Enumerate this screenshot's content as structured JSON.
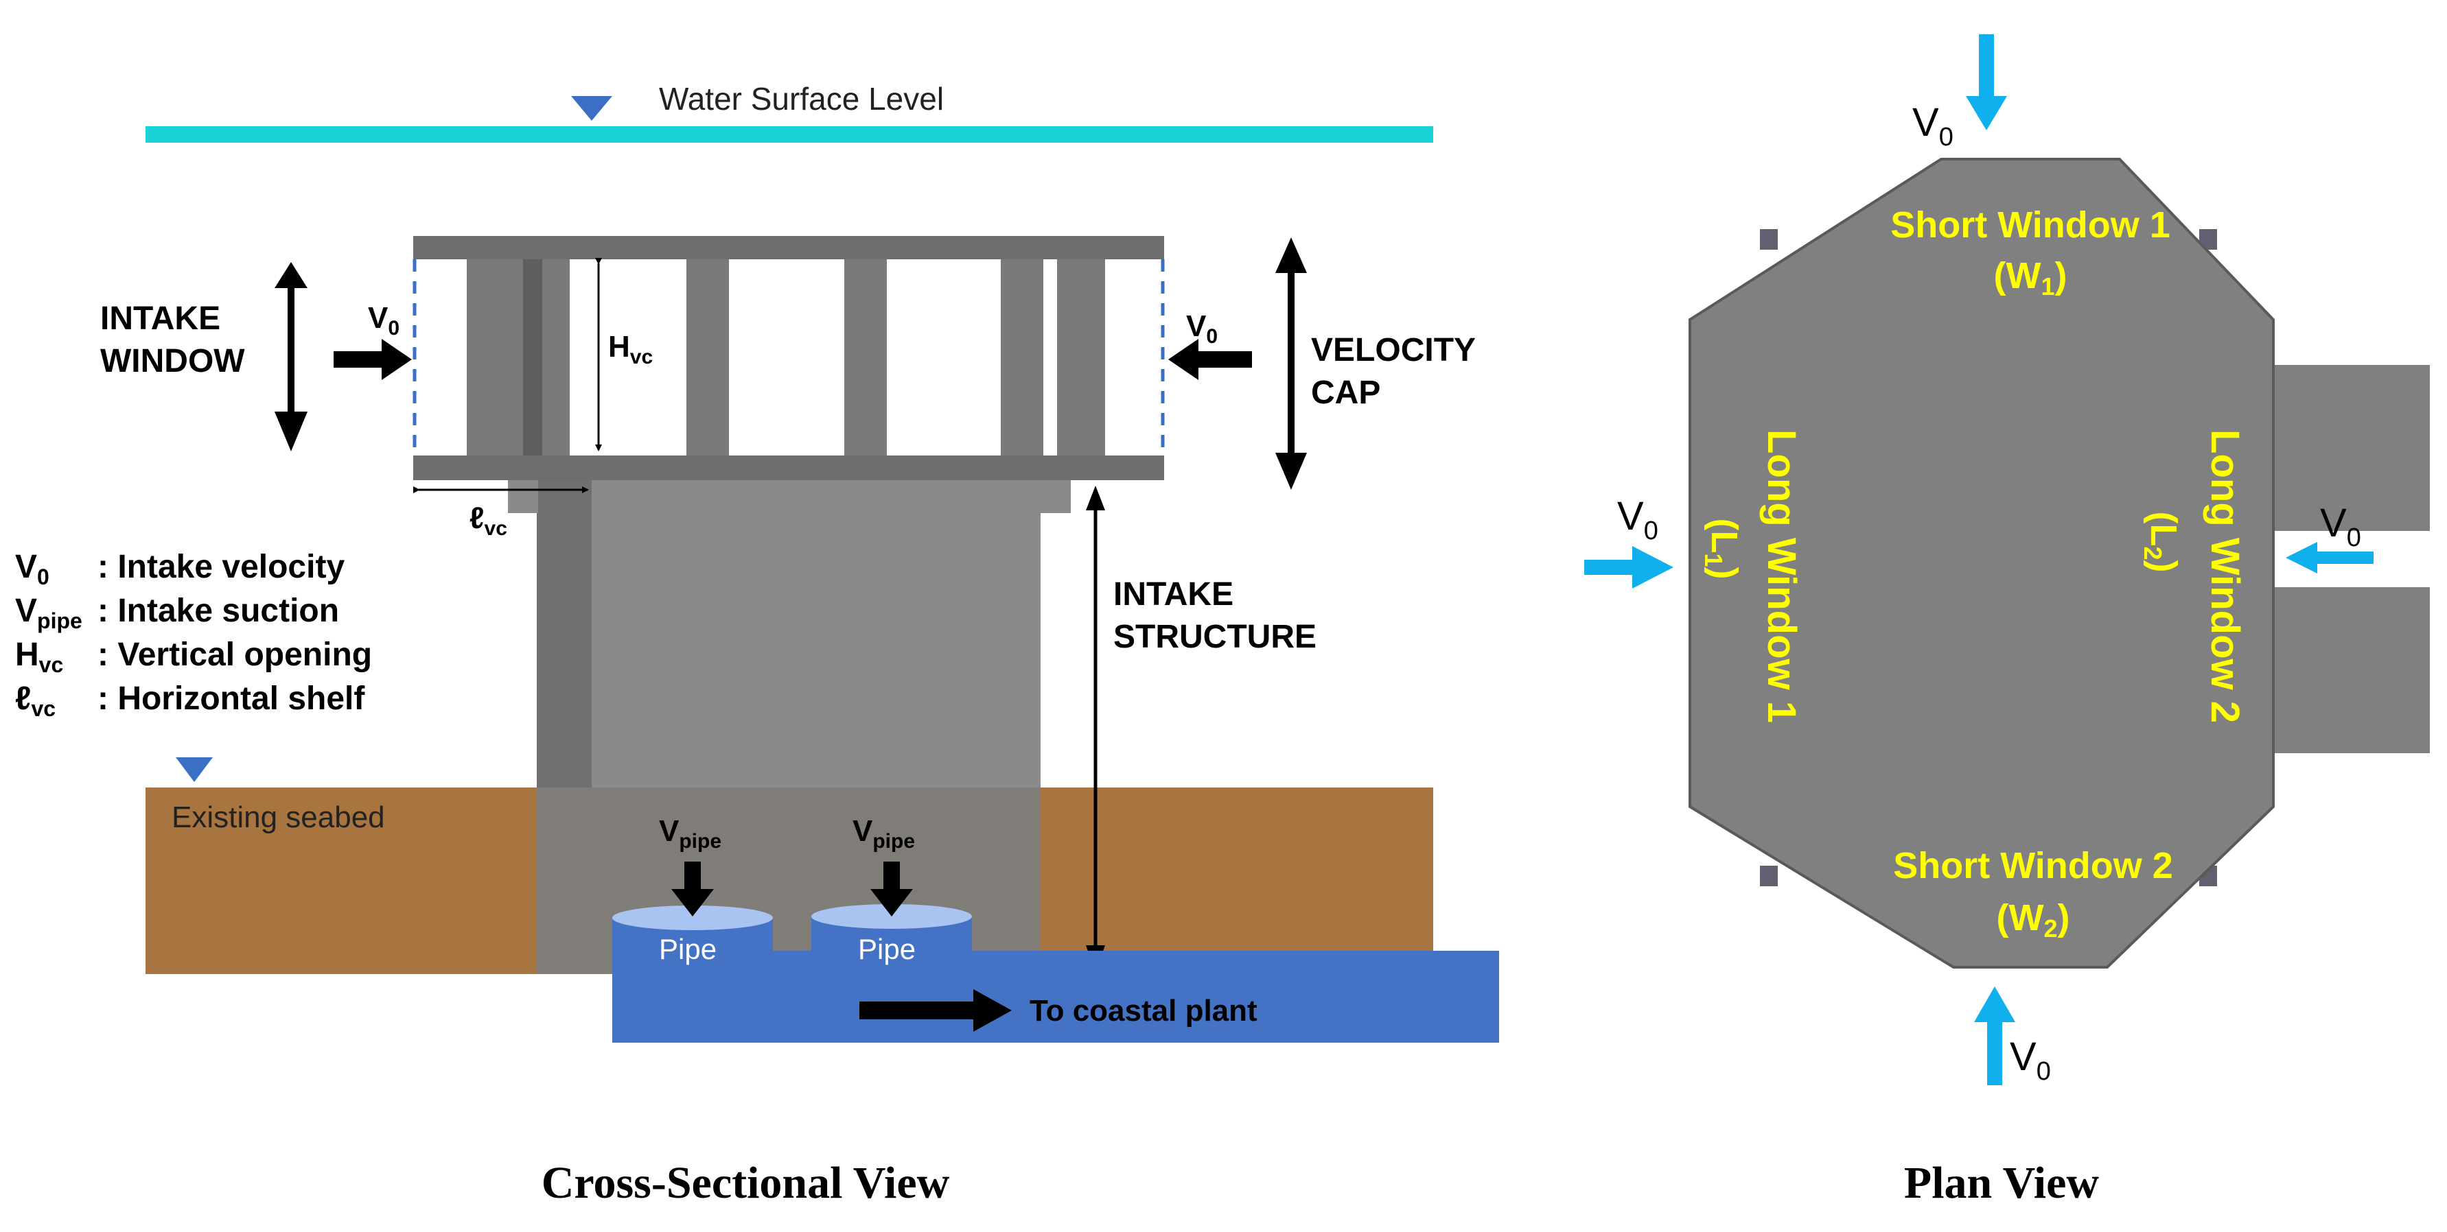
{
  "cross_section": {
    "caption": "Cross-Sectional View",
    "water_surface_label": "Water Surface Level",
    "seabed_label": "Existing seabed",
    "intake_window_label_1": "INTAKE",
    "intake_window_label_2": "WINDOW",
    "velocity_cap_label_1": "VELOCITY",
    "velocity_cap_label_2": "CAP",
    "intake_structure_label_1": "INTAKE",
    "intake_structure_label_2": "STRUCTURE",
    "v0_base": "V",
    "v0_sub": "0",
    "hvc_base": "H",
    "hvc_sub": "vc",
    "lvc_base": "ℓ",
    "lvc_sub": "vc",
    "vpipe_base": "V",
    "vpipe_sub": "pipe",
    "pipe_label": "Pipe",
    "to_plant_label": "To coastal plant",
    "legend": [
      {
        "sym": "V",
        "sub": "0",
        "desc": ": Intake velocity"
      },
      {
        "sym": "V",
        "sub": "pipe",
        "desc": ": Intake suction"
      },
      {
        "sym": "H",
        "sub": "vc",
        "desc": ": Vertical opening"
      },
      {
        "sym": "ℓ",
        "sub": "vc",
        "desc": ": Horizontal shelf"
      }
    ]
  },
  "plan_view": {
    "caption": "Plan View",
    "short_window_1": "Short Window 1",
    "short_window_1_sym": "(W",
    "short_window_1_sub": "1",
    "short_window_2": "Short Window 2",
    "short_window_2_sym": "(W",
    "short_window_2_sub": "2",
    "long_window_1": "Long Window 1",
    "long_window_1_sym": "(L",
    "long_window_1_sub": "1",
    "long_window_2": "Long Window 2",
    "long_window_2_sym": "(L",
    "long_window_2_sub": "2",
    "close_paren": ")",
    "v0_base": "V",
    "v0_sub": "0"
  },
  "colors": {
    "water": "#19d3d8",
    "marker": "#3a6fc4",
    "structure": "#808080",
    "structure_dark": "#6a6a6a",
    "seabed": "#a8743f",
    "seabed_dark": "#7f4f22",
    "pipe": "#4472c4",
    "pipe_top": "#a9c4f0",
    "plan_arrow": "#10b0ee",
    "plan_text": "#ffff00"
  }
}
